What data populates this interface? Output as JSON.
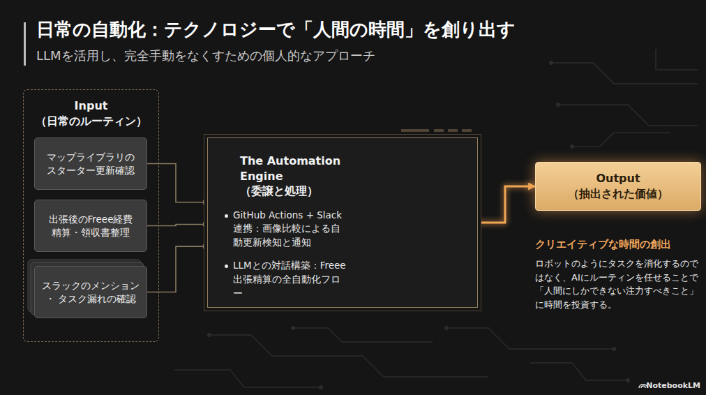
{
  "diagram": {
    "title": "日常の自動化：テクノロジーで「人間の時間」を創り出す",
    "nodes": [
      {
        "text": [
          "Input （日常のルーティン）"
        ]
      },
      {
        "text": [
          "マップライブラリの スターター更新確認"
        ],
        "in": 0
      },
      {
        "text": [
          "出張後のFreee経費 精算・領収書整理"
        ],
        "in": 0
      },
      {
        "text": [
          "スラックのメンション・ タスク漏れの確認"
        ],
        "in": 0
      },
      {
        "text": [
          "The Automation Engine （委譲と処理）",
          "GitHub Actions + Slack連携：画像比較による自動更新検知と通知",
          "LLMとの対話構築：Freee出張精算の全自動化フロー"
        ]
      },
      {
        "text": [
          "Output （抽出された価値）"
        ]
      }
    ],
    "edges": [
      {
        "from": 1,
        "to": 4,
        "arrow": "to"
      },
      {
        "from": 2,
        "to": 4,
        "arrow": "to"
      },
      {
        "from": 3,
        "to": 4,
        "arrow": "to"
      },
      {
        "from": 4,
        "to": 5,
        "arrow": "to"
      }
    ],
    "labels": [
      "LLMを活用し、完全手動をなくすための個人的なアプローチ",
      "クリエイティブな時間の創出",
      "ロボットのようにタスクを消化するのではなく、AIにルーティンを任せることで「人間にしかできない注力すべきこと」に時間を投資する。",
      "NotebookLM"
    ]
  }
}
